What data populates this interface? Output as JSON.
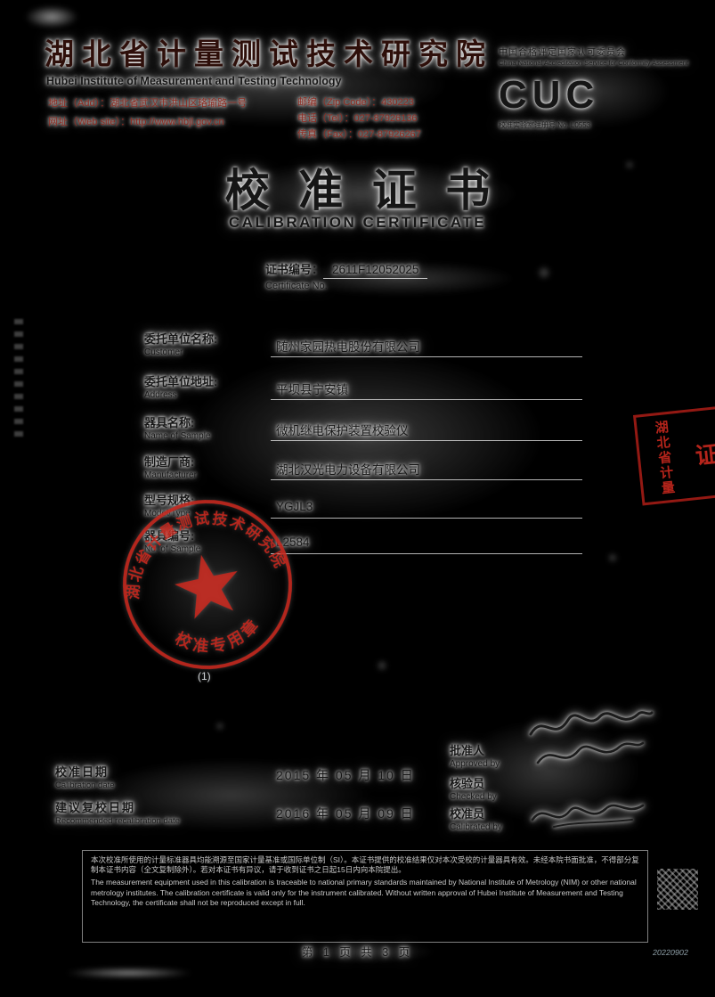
{
  "header": {
    "institute_cn": "湖北省计量测试技术研究院",
    "institute_en": "Hubei Institute of Measurement and Testing Technology",
    "address": "地址（Add）：湖北省武汉市洪山区珞瑜路一号",
    "zip": "邮编（Zip Code）：430223",
    "website": "网址（Web site）：http://www.hbjl.gov.cn",
    "tel": "电话（Tel）：027-87926136",
    "fax": "传真（Fax）：027-87926267",
    "accreditation_cn": "中国合格评定国家认可委员会",
    "accreditation_en": "China National Accreditation Service for Conformity Assessment",
    "accreditation_logo": "CUC",
    "accreditation_sub": "校准实验室注册号 No. L0553"
  },
  "title": {
    "cn": "校准证书",
    "en": "CALIBRATION CERTIFICATE"
  },
  "certificate_no": {
    "label_cn": "证书编号：",
    "label_en": "Certificate No.",
    "value": "2611F12052025"
  },
  "fields": [
    {
      "label_cn": "委托单位名称:",
      "label_en": "Customer",
      "value": "随州家园热电股份有限公司"
    },
    {
      "label_cn": "委托单位地址:",
      "label_en": "Address",
      "value": "平坝县宁安镇"
    },
    {
      "label_cn": "器具名称:",
      "label_en": "Name of Sample",
      "value": "微机继电保护装置校验仪"
    },
    {
      "label_cn": "制造厂商:",
      "label_en": "Manufacturer",
      "value": "湖北汉光电力设备有限公司"
    },
    {
      "label_cn": "型号规格:",
      "label_en": "Model/Type",
      "value": "YGJL3"
    },
    {
      "label_cn": "器具编号:",
      "label_en": "No. of Sample",
      "value": "L2584"
    }
  ],
  "stamps": {
    "round": {
      "ring_text": "湖北省计量测试技术研究院",
      "bottom_text": "校准专用章",
      "note": "(1)",
      "color": "#c8281e"
    },
    "corner": {
      "text_main": "湖北省计量",
      "text_big": "证",
      "color": "#c8281e"
    }
  },
  "signoff": {
    "approved": {
      "label_cn": "批准人",
      "label_en": "Approved by"
    },
    "checked": {
      "label_cn": "核验员",
      "label_en": "Checked by"
    },
    "calibrated": {
      "label_cn": "校准员",
      "label_en": "Calibrated by"
    }
  },
  "dates": {
    "calibration": {
      "label_cn": "校准日期",
      "label_en": "Calibration date",
      "value": "2015 年 05 月 10 日"
    },
    "recalibration": {
      "label_cn": "建议复校日期",
      "label_en": "Recommended recalibration date",
      "value": "2016 年 05 月 09 日"
    }
  },
  "disclaimer": {
    "cn": "本次校准所使用的计量标准器具均能溯源至国家计量基准或国际单位制（SI）。本证书提供的校准结果仅对本次受校的计量器具有效。未经本院书面批准，不得部分复制本证书内容（全文复制除外）。若对本证书有异议，请于收到证书之日起15日内向本院提出。",
    "en": "The measurement equipment used in this calibration is traceable to national primary standards maintained by National Institute of Metrology (NIM) or other national metrology institutes. The calibration certificate is valid only for the instrument calibrated. Without written approval of Hubei Institute of Measurement and Testing Technology, the certificate shall not be reproduced except in full."
  },
  "footer": {
    "page": "第 1 页 共 3 页",
    "serial": "20220902"
  },
  "colors": {
    "stamp_red": "#c8281e",
    "contact_red": "#8e2a20",
    "background": "#000000"
  }
}
